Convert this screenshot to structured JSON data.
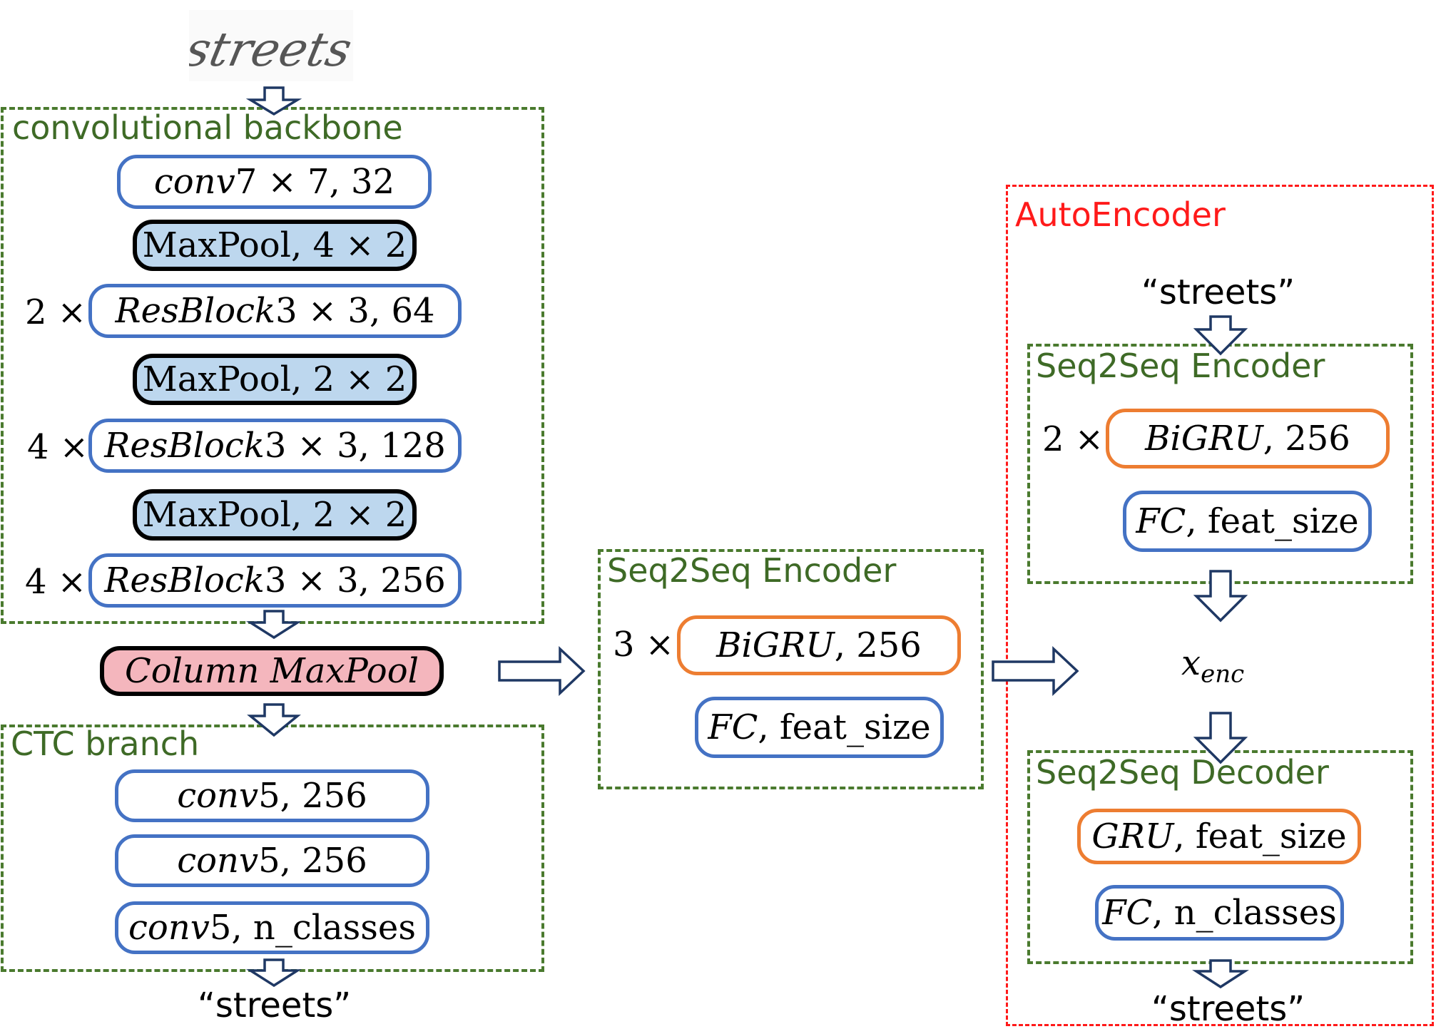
{
  "input": {
    "handwriting": "streets"
  },
  "backbone": {
    "title": "convolutional backbone",
    "layers": [
      {
        "mult": "",
        "name": "conv",
        "params": " 7 × 7, 32"
      },
      {
        "mult": "",
        "name": "",
        "params": "MaxPool, 4 × 2"
      },
      {
        "mult": "2 ×",
        "name": "ResBlock",
        "params": " 3 × 3, 64"
      },
      {
        "mult": "",
        "name": "",
        "params": "MaxPool, 2 × 2"
      },
      {
        "mult": "4 ×",
        "name": "ResBlock",
        "params": " 3 × 3, 128"
      },
      {
        "mult": "",
        "name": "",
        "params": "MaxPool, 2 × 2"
      },
      {
        "mult": "4 ×",
        "name": "ResBlock",
        "params": " 3 × 3, 256"
      }
    ]
  },
  "column_maxpool": "Column MaxPool",
  "ctc": {
    "title": "CTC branch",
    "layers": [
      {
        "name": "conv",
        "params": " 5, 256"
      },
      {
        "name": "conv",
        "params": " 5, 256"
      },
      {
        "name": "conv",
        "params": " 5, n_classes"
      }
    ],
    "output": "“streets”"
  },
  "middle_encoder": {
    "title": "Seq2Seq Encoder",
    "mult": "3 ×",
    "gru": {
      "name": "BiGRU",
      "params": ", 256"
    },
    "fc": {
      "name": "FC",
      "params": ", feat_size"
    }
  },
  "autoencoder": {
    "title": "AutoEncoder",
    "input": "“streets”",
    "encoder": {
      "title": "Seq2Seq Encoder",
      "mult": "2 ×",
      "gru": {
        "name": "BiGRU",
        "params": ", 256"
      },
      "fc": {
        "name": "FC",
        "params": ", feat_size"
      }
    },
    "latent": {
      "base": "x",
      "sub": "enc"
    },
    "decoder": {
      "title": "Seq2Seq Decoder",
      "gru": {
        "name": "GRU",
        "params": ", feat_size"
      },
      "fc": {
        "name": "FC",
        "params": ", n_classes"
      }
    },
    "output": "“streets”"
  },
  "colors": {
    "group_border": "#4a7a2e",
    "autoencoder_border": "#ff1a1a",
    "conv_border": "#4472c4",
    "gru_border": "#ed7d31",
    "maxpool_fill": "#bdd7ee",
    "column_maxpool_fill": "#f4b6bd",
    "arrow_stroke": "#1f3864"
  }
}
